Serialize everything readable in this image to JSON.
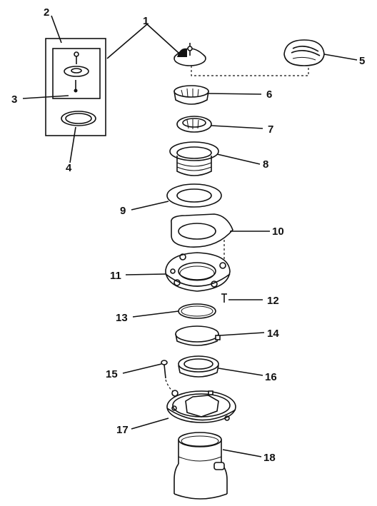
{
  "callouts": {
    "c1": "1",
    "c2": "2",
    "c3": "3",
    "c4": "4",
    "c5": "5",
    "c6": "6",
    "c7": "7",
    "c8": "8",
    "c9": "9",
    "c10": "10",
    "c11": "11",
    "c12": "12",
    "c13": "13",
    "c14": "14",
    "c15": "15",
    "c16": "16",
    "c17": "17",
    "c18": "18"
  },
  "colors": {
    "ink": "#111111",
    "paper": "#ffffff"
  }
}
